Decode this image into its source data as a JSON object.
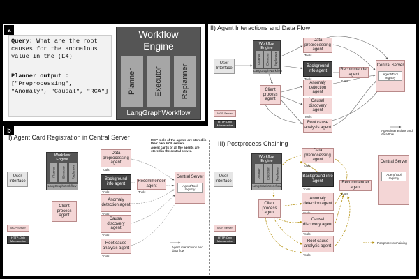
{
  "labels": {
    "a": "a",
    "b": "b"
  },
  "panel_a": {
    "query_label": "Query:",
    "query_text": " What are the root causes for the anomalous value in the (E4)",
    "planner_label": "Planner output :",
    "planner_text": "[\"Preprocessing\", \"Anomaly\", \"Causal\", \"RCA\"]",
    "engine_title_1": "Workflow",
    "engine_title_2": "Engine",
    "planner": "Planner",
    "executor": "Executor",
    "replanner": "Replanner",
    "langgraph": "LangGraphWorkflow"
  },
  "panel_ii": {
    "title": "II) Agent Interactions and Data Flow",
    "legend": "Agent interactions and data flow"
  },
  "panel_i": {
    "title": "I) Agent Card Registration in Central Server",
    "notes": [
      "MCP tools of the agents are stored in their own MCP servers",
      "Agent cards of all the agents are stored in the central server."
    ],
    "legend": "Agent interactions and data flow"
  },
  "panel_iii": {
    "title": "III) Postprocess Chaining",
    "legend": "Postprocess chaining"
  },
  "common": {
    "user_interface": "User Interface",
    "wf_title_1": "Workflow",
    "wf_title_2": "Engine",
    "planner": "Planner",
    "executor": "Executor",
    "replanner": "Replanner",
    "langgraph": "LangGraphWorkflow",
    "client": "Client process agent",
    "data_pre": "Data preprocessing agent",
    "background": "Background info agent",
    "anomaly": "Anomaly detection agent",
    "causal": "Causal discovery agent",
    "rca": "Root cause analysis agent",
    "recommender": "Recommender agent",
    "central": "Central Server",
    "registry": "Agent/Tool registry",
    "tools": "Tools",
    "mcp_server": "MCP Server",
    "http_only": "HTTP-Only Microservice"
  },
  "colors": {
    "pink": "#f4d6d6",
    "grey": "#e6e6e6",
    "dark": "#444444",
    "gold": "#c8a000"
  }
}
